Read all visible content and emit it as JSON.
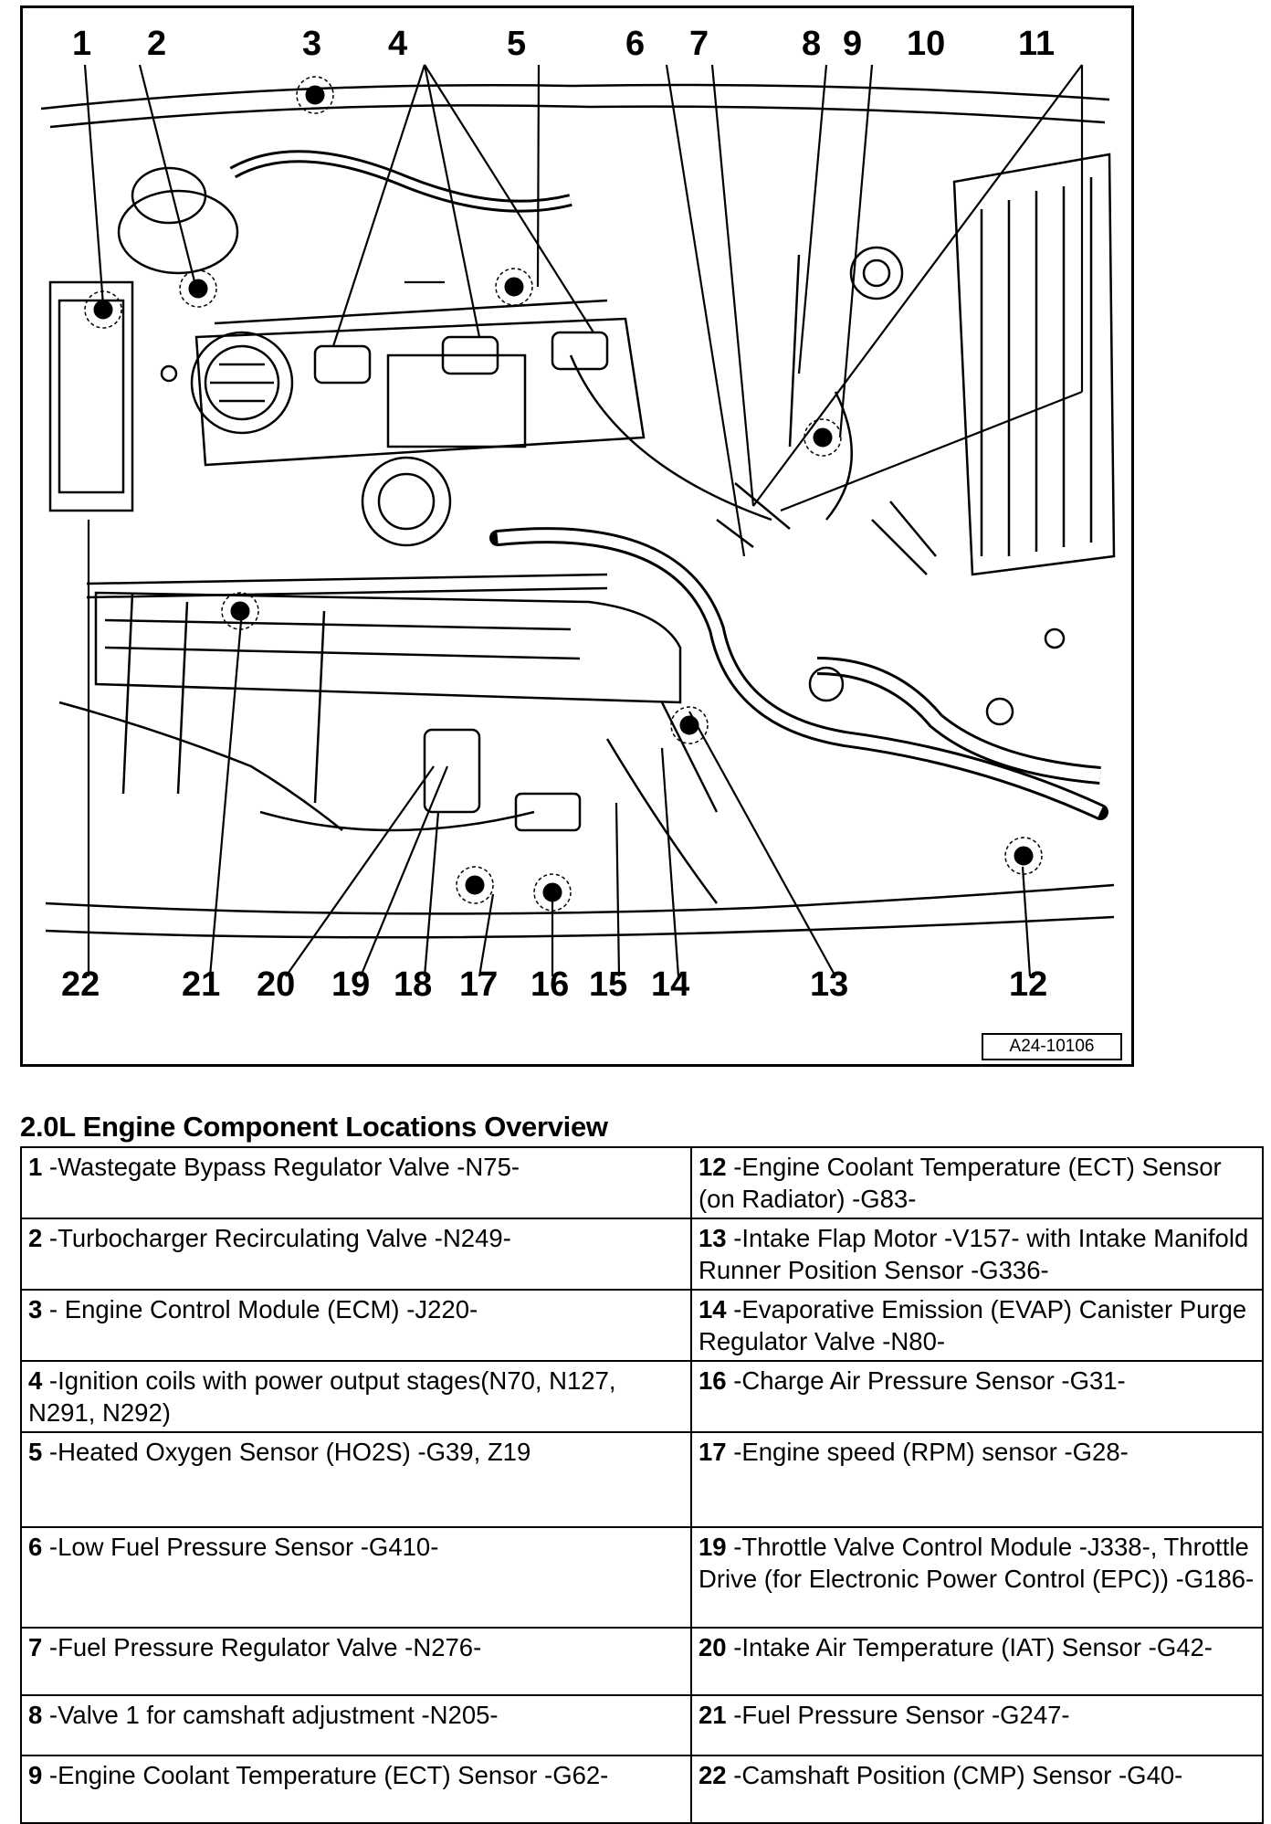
{
  "figure": {
    "callouts_top": [
      "1",
      "2",
      "3",
      "4",
      "5",
      "6",
      "7",
      "8",
      "9",
      "10",
      "11"
    ],
    "callouts_bottom": [
      "22",
      "21",
      "20",
      "19",
      "18",
      "17",
      "16",
      "15",
      "14",
      "13",
      "12"
    ],
    "figure_id": "A24-10106"
  },
  "overview": {
    "title": "2.0L Engine Component Locations Overview",
    "rows": [
      {
        "left_num": "1",
        "left_text": " -Wastegate Bypass Regulator Valve -N75-",
        "right_num": "12",
        "right_text": " -Engine Coolant Temperature (ECT) Sensor (on Radiator) -G83-"
      },
      {
        "left_num": "2",
        "left_text": " -Turbocharger Recirculating Valve -N249-",
        "right_num": "13",
        "right_text": " -Intake Flap Motor -V157- with Intake Manifold Runner Position Sensor -G336-"
      },
      {
        "left_num": "3",
        "left_text": " - Engine Control Module (ECM) -J220-",
        "right_num": "14",
        "right_text": " -Evaporative Emission (EVAP) Canister Purge Regulator Valve -N80-"
      },
      {
        "left_num": "4",
        "left_text": " -Ignition coils with power output stages(N70, N127, N291, N292)",
        "right_num": "16",
        "right_text": " -Charge Air Pressure Sensor -G31-"
      },
      {
        "left_num": "5",
        "left_text": " -Heated Oxygen Sensor (HO2S) -G39, Z19",
        "right_num": "17",
        "right_text": " -Engine speed (RPM) sensor -G28-"
      },
      {
        "left_num": "6",
        "left_text": " -Low Fuel Pressure Sensor -G410-",
        "right_num": "19",
        "right_text": " -Throttle Valve Control Module -J338-, Throttle Drive (for Electronic Power Control (EPC)) -G186-"
      },
      {
        "left_num": "7",
        "left_text": " -Fuel Pressure Regulator Valve -N276-",
        "right_num": "20",
        "right_text": " -Intake Air Temperature (IAT) Sensor -G42-"
      },
      {
        "left_num": "8",
        "left_text": " -Valve 1 for camshaft adjustment -N205-",
        "right_num": "21",
        "right_text": " -Fuel Pressure Sensor -G247-"
      },
      {
        "left_num": "9",
        "left_text": " -Engine Coolant Temperature (ECT) Sensor -G62-",
        "right_num": "22",
        "right_text": " -Camshaft Position (CMP) Sensor -G40-"
      }
    ]
  }
}
